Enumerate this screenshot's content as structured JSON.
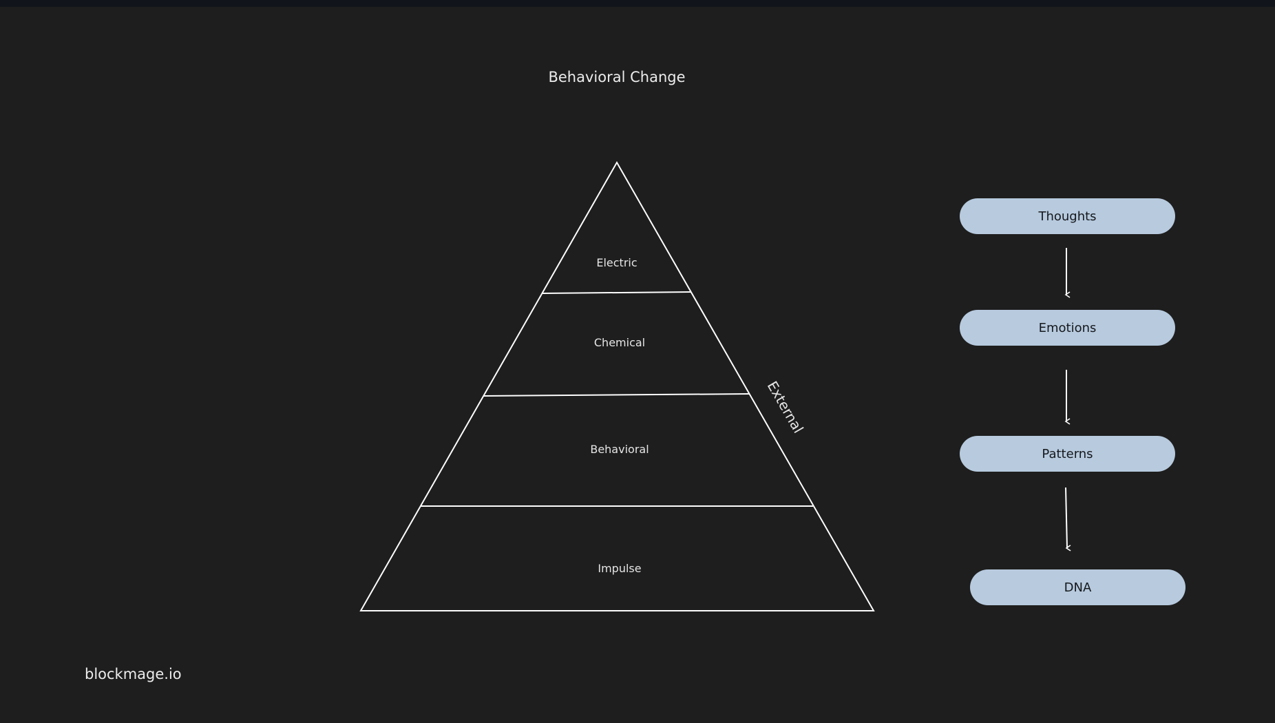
{
  "diagram": {
    "title": "Behavioral Change",
    "pyramid": {
      "layers": [
        "Electric",
        "Chemical",
        "Behavioral",
        "Impulse"
      ],
      "side_label": "External"
    },
    "flow": {
      "steps": [
        "Thoughts",
        "Emotions",
        "Patterns",
        "DNA"
      ]
    }
  },
  "footer": {
    "brand": "blockmage.io"
  },
  "colors": {
    "background": "#1e1e1e",
    "top_bar": "#11151b",
    "line": "#ffffff",
    "pill_fill": "#b7cade",
    "pill_text": "#15181c",
    "text": "#ececec"
  }
}
